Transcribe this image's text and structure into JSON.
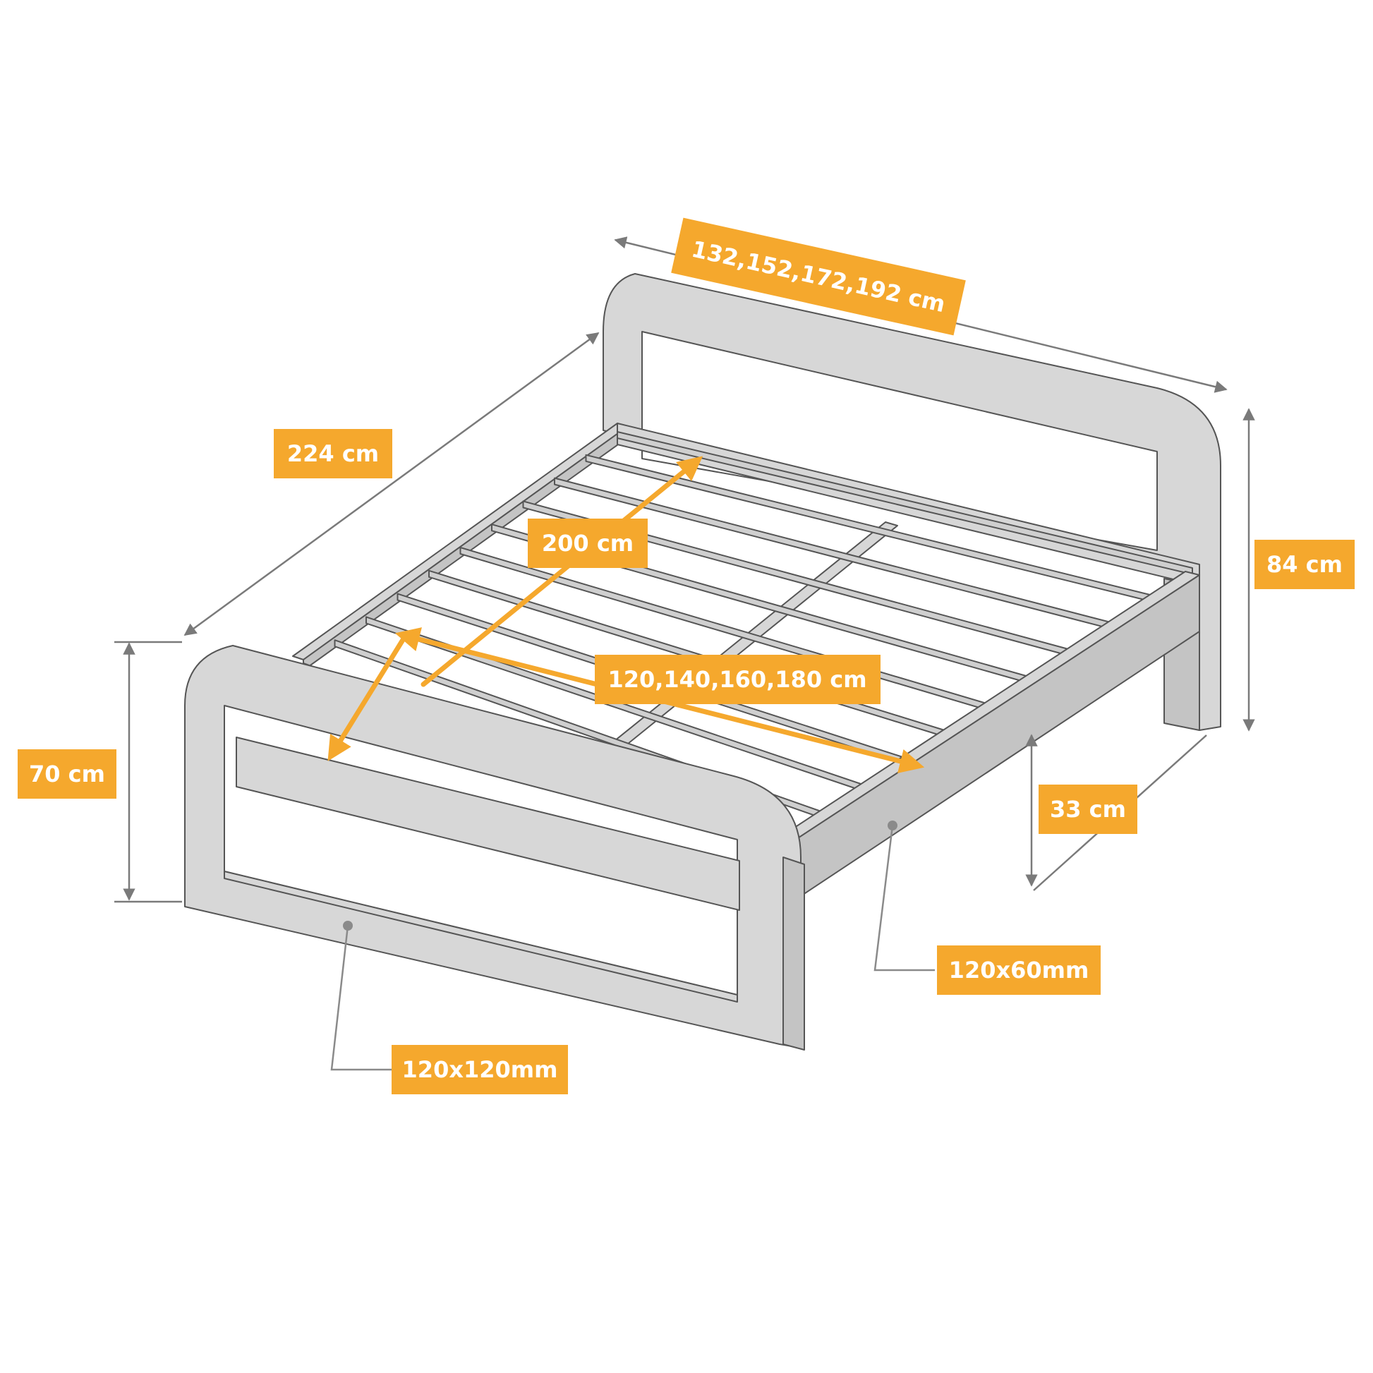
{
  "colors": {
    "accent": "#f5a82d",
    "frame_fill": "#d7d7d7",
    "line": "#555555",
    "dimension_line": "#7a7a7a"
  },
  "labels": {
    "headboard_width": "132,152,172,192 cm",
    "total_length": "224 cm",
    "mattress_length": "200 cm",
    "mattress_width": "120,140,160,180 cm",
    "headboard_height": "84 cm",
    "footboard_height": "70 cm",
    "rail_height": "33 cm",
    "side_rail_profile": "120x60mm",
    "leg_profile": "120x120mm"
  }
}
